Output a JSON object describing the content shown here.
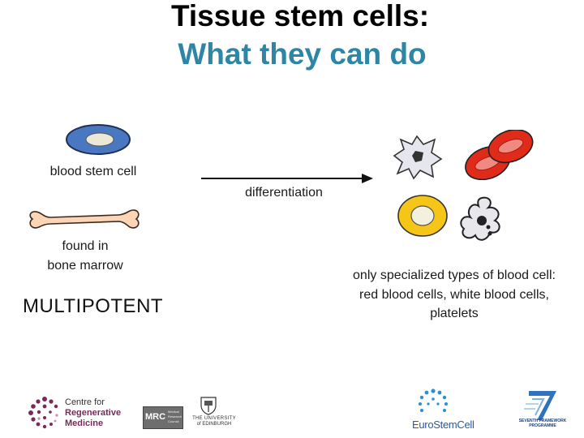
{
  "slide": {
    "title_line1": "Tissue stem cells:",
    "title_line2": "What they can do",
    "title_line2_color": "#2e86a6",
    "left": {
      "cell_label": "blood stem cell",
      "location_line1": "found in",
      "location_line2": "bone marrow",
      "potency": "MULTIPOTENT"
    },
    "arrow_label": "differentiation",
    "right": {
      "desc_line1": "only specialized types of blood cell:",
      "desc_line2": "red blood cells, white blood cells,",
      "desc_line3": "platelets"
    },
    "colors": {
      "stem_cell": "#4a78c0",
      "red_cell": "#e02a1a",
      "white_cell_yellow": "#f5c518",
      "bone": "#fbd5b5"
    },
    "icons": [
      "stem-cell-icon",
      "bone-icon",
      "platelet-icon",
      "red-blood-cells-icon",
      "white-blood-cell-icon",
      "macrophage-icon"
    ]
  },
  "logos": {
    "crm": {
      "line1": "Centre for",
      "line2": "Regenerative",
      "line3": "Medicine"
    },
    "mrc": {
      "abbr": "MRC",
      "small1": "Medical",
      "small2": "Research",
      "small3": "Council"
    },
    "edinburgh": {
      "line1": "THE UNIVERSITY",
      "line2": "of EDINBURGH"
    },
    "eurostemcell": {
      "name": "EuroStemCell"
    },
    "fp7": {
      "line1": "SEVENTH FRAMEWORK",
      "line2": "PROGRAMME"
    }
  }
}
